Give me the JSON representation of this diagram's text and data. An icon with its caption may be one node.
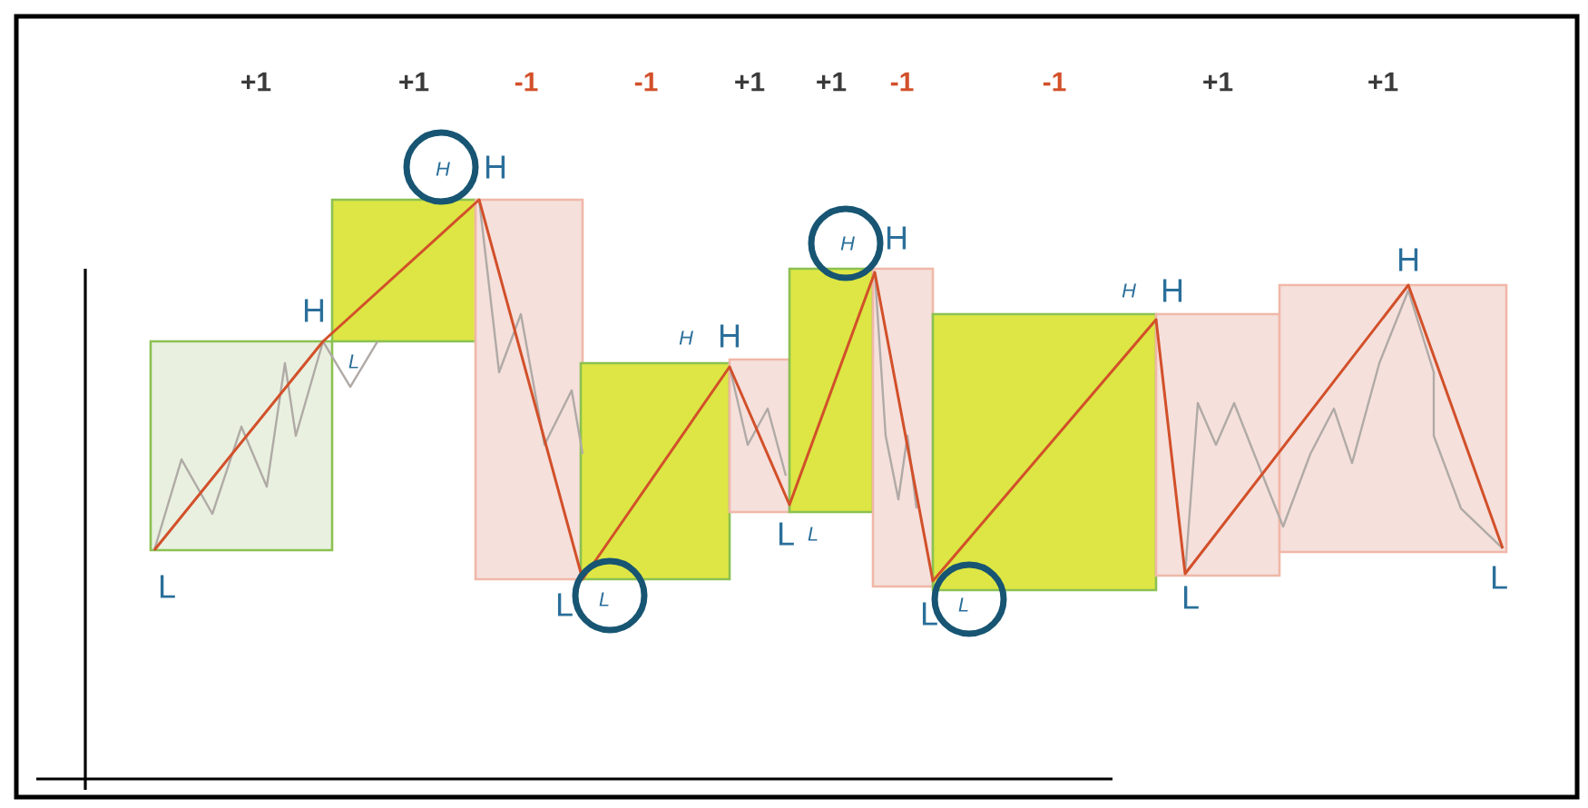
{
  "diagram": {
    "labels": [
      "+1",
      "+1",
      "-1",
      "-1",
      "+1",
      "+1",
      "-1",
      "-1",
      "+1",
      "+1",
      "H",
      "H",
      "H",
      "H",
      "H",
      "H",
      "H",
      "H",
      "H",
      "H",
      "L",
      "L",
      "L",
      "L",
      "L",
      "L",
      "L",
      "L",
      "L",
      "L"
    ]
  }
}
